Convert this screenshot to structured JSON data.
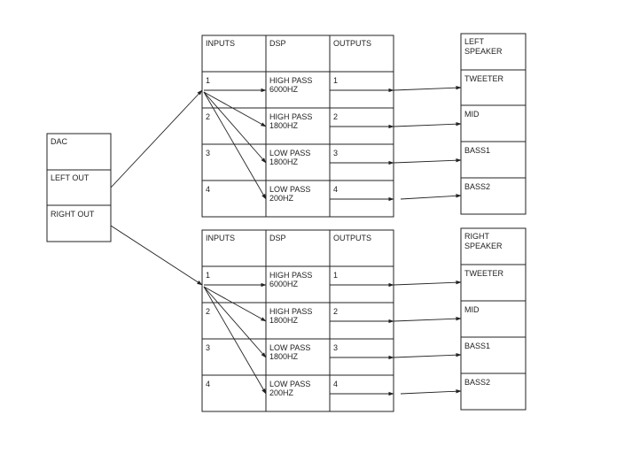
{
  "dac": {
    "title": "DAC",
    "left_out": "LEFT OUT",
    "right_out": "RIGHT OUT"
  },
  "dsp_tables": [
    {
      "headers": {
        "inputs": "INPUTS",
        "dsp": "DSP",
        "outputs": "OUTPUTS"
      },
      "rows": [
        {
          "input": "1",
          "dsp_line1": "HIGH PASS",
          "dsp_line2": "6000HZ",
          "output": "1"
        },
        {
          "input": "2",
          "dsp_line1": "HIGH PASS",
          "dsp_line2": "1800HZ",
          "output": "2"
        },
        {
          "input": "3",
          "dsp_line1": "LOW PASS",
          "dsp_line2": "1800HZ",
          "output": "3"
        },
        {
          "input": "4",
          "dsp_line1": "LOW PASS",
          "dsp_line2": "200HZ",
          "output": "4"
        }
      ]
    },
    {
      "headers": {
        "inputs": "INPUTS",
        "dsp": "DSP",
        "outputs": "OUTPUTS"
      },
      "rows": [
        {
          "input": "1",
          "dsp_line1": "HIGH PASS",
          "dsp_line2": "6000HZ",
          "output": "1"
        },
        {
          "input": "2",
          "dsp_line1": "HIGH PASS",
          "dsp_line2": "1800HZ",
          "output": "2"
        },
        {
          "input": "3",
          "dsp_line1": "LOW PASS",
          "dsp_line2": "1800HZ",
          "output": "3"
        },
        {
          "input": "4",
          "dsp_line1": "LOW PASS",
          "dsp_line2": "200HZ",
          "output": "4"
        }
      ]
    }
  ],
  "speakers": [
    {
      "title_line1": "LEFT",
      "title_line2": "SPEAKER",
      "drivers": [
        "TWEETER",
        "MID",
        "BASS1",
        "BASS2"
      ]
    },
    {
      "title_line1": "RIGHT",
      "title_line2": "SPEAKER",
      "drivers": [
        "TWEETER",
        "MID",
        "BASS1",
        "BASS2"
      ]
    }
  ]
}
